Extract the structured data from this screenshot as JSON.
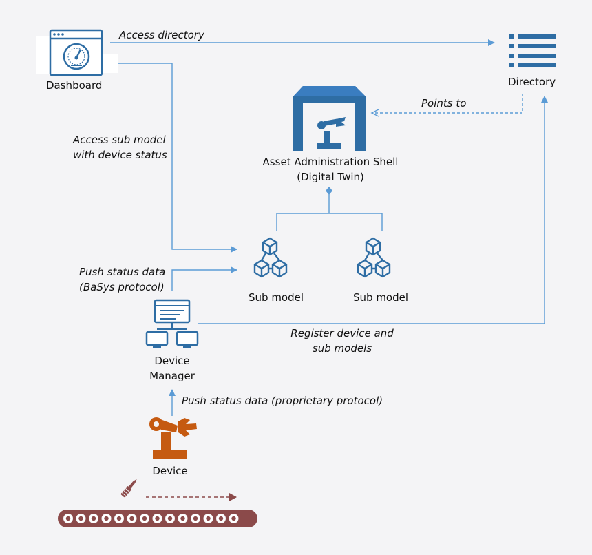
{
  "nodes": {
    "dashboard": "Dashboard",
    "directory": "Directory",
    "aas_line1": "Asset Administration Shell",
    "aas_line2": "(Digital Twin)",
    "submodel_a": "Sub model",
    "submodel_b": "Sub model",
    "device_manager_line1": "Device",
    "device_manager_line2": "Manager",
    "device": "Device"
  },
  "edges": {
    "access_directory": "Access directory",
    "points_to": "Points to",
    "access_submodel_line1": "Access sub model",
    "access_submodel_line2": "with device status",
    "push_basys_line1": "Push status data",
    "push_basys_line2": "(BaSys protocol)",
    "register_line1": "Register device and",
    "register_line2": "sub models",
    "push_proprietary": "Push status data (proprietary protocol)"
  },
  "conveyor_roller_count": 14,
  "colors": {
    "blue": "#2e6da4",
    "line_blue": "#5b9bd5",
    "orange": "#c55a11",
    "conveyor": "#8b4a4a",
    "background": "#f4f4f6"
  },
  "icons": [
    "dashboard-gauge-icon",
    "directory-list-icon",
    "robot-arm-icon",
    "cubes-icon",
    "network-hub-icon",
    "screwdriver-icon"
  ]
}
